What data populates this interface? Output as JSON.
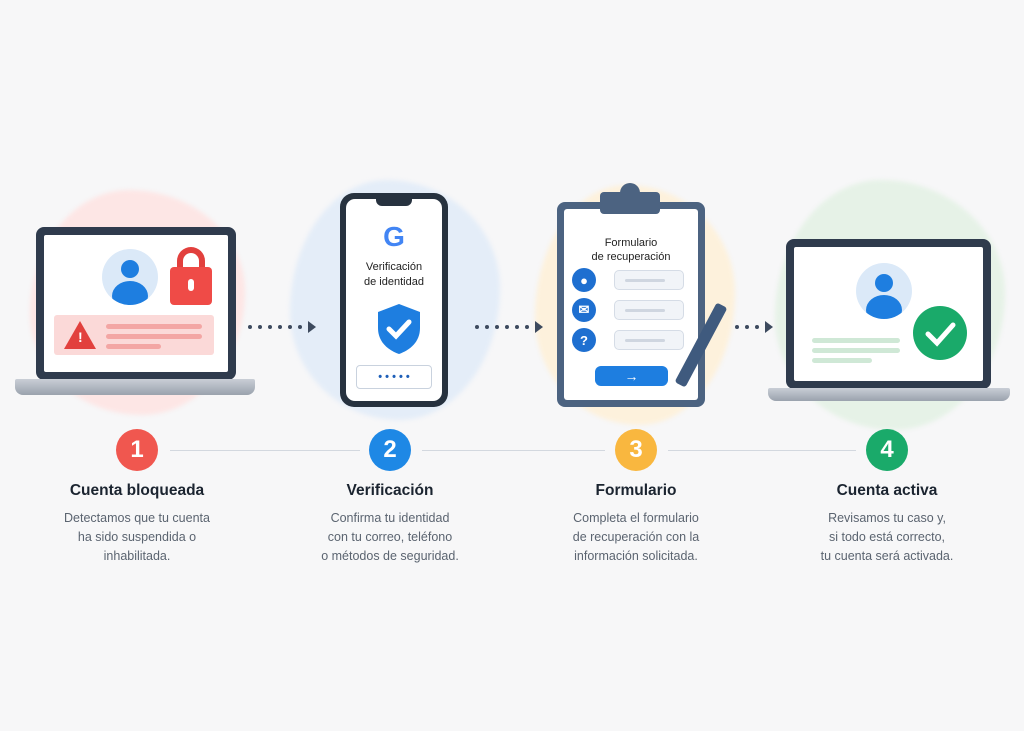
{
  "steps": [
    {
      "number": "1",
      "title": "Cuenta bloqueada",
      "desc": [
        "Detectamos que tu cuenta",
        "ha sido suspendida o",
        "inhabilitada."
      ],
      "color": "#f0574f"
    },
    {
      "number": "2",
      "title": "Verificación",
      "desc": [
        "Confirma tu identidad",
        "con tu correo, teléfono",
        "o métodos de seguridad."
      ],
      "color": "#1e88e5"
    },
    {
      "number": "3",
      "title": "Formulario",
      "desc": [
        "Completa el formulario",
        "de recuperación con la",
        "información solicitada."
      ],
      "color": "#f9b73f"
    },
    {
      "number": "4",
      "title": "Cuenta activa",
      "desc": [
        "Revisamos tu caso y,",
        "si todo está correcto,",
        "tu cuenta será activada."
      ],
      "color": "#1aaa6a"
    }
  ],
  "phone": {
    "logo": "G",
    "heading_line1": "Verificación",
    "heading_line2": "de identidad",
    "pin": "• • • • •"
  },
  "form": {
    "heading_line1": "Formulario",
    "heading_line2": "de recuperación",
    "icons": [
      "user-icon",
      "mail-icon",
      "question-icon"
    ],
    "submit": "→"
  }
}
